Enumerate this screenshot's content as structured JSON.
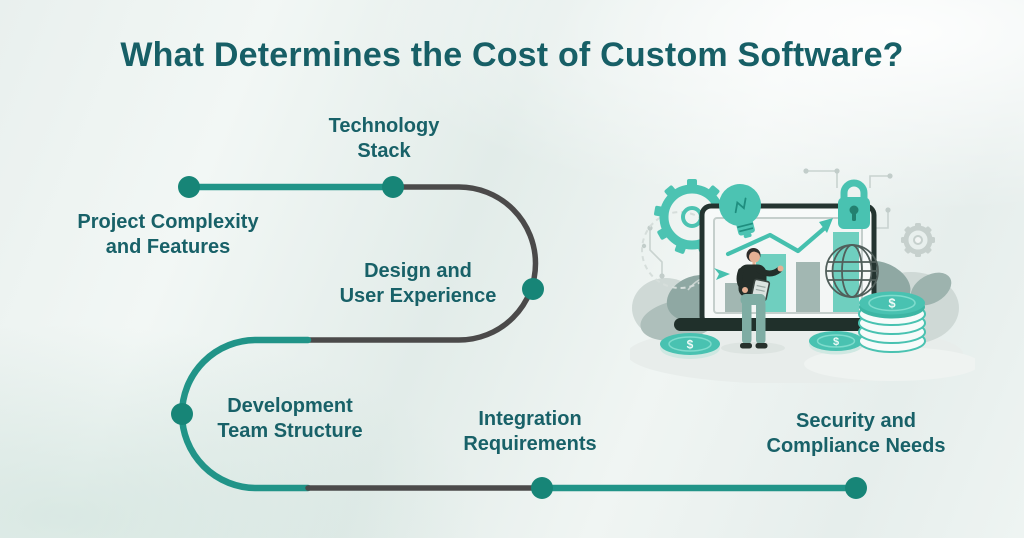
{
  "title": "What Determines the Cost of Custom Software?",
  "factors": [
    {
      "line1": "Project Complexity",
      "line2": "and Features"
    },
    {
      "line1": "Technology",
      "line2": "Stack"
    },
    {
      "line1": "Design and",
      "line2": "User Experience"
    },
    {
      "line1": "Development",
      "line2": "Team Structure"
    },
    {
      "line1": "Integration",
      "line2": "Requirements"
    },
    {
      "line1": "Security and",
      "line2": "Compliance Needs"
    }
  ],
  "colors": {
    "path_teal": "#219488",
    "path_dark": "#4b4a4a",
    "dot_teal": "#178577",
    "title_text": "#175f66",
    "label_text": "#186168",
    "illustration_teal": "#49c2b1",
    "illustration_teal_light": "#6fcfbf",
    "illustration_gray": "#a2b7b2",
    "laptop_frame": "#243430"
  },
  "illustration": {
    "coin_symbol": "$",
    "icons": [
      "gear-icon",
      "lightbulb-icon",
      "lock-icon",
      "globe-icon",
      "bar-chart-icon",
      "growth-arrow-icon",
      "coin-icon",
      "coin-stack-icon",
      "person-analyst",
      "laptop-icon"
    ]
  }
}
